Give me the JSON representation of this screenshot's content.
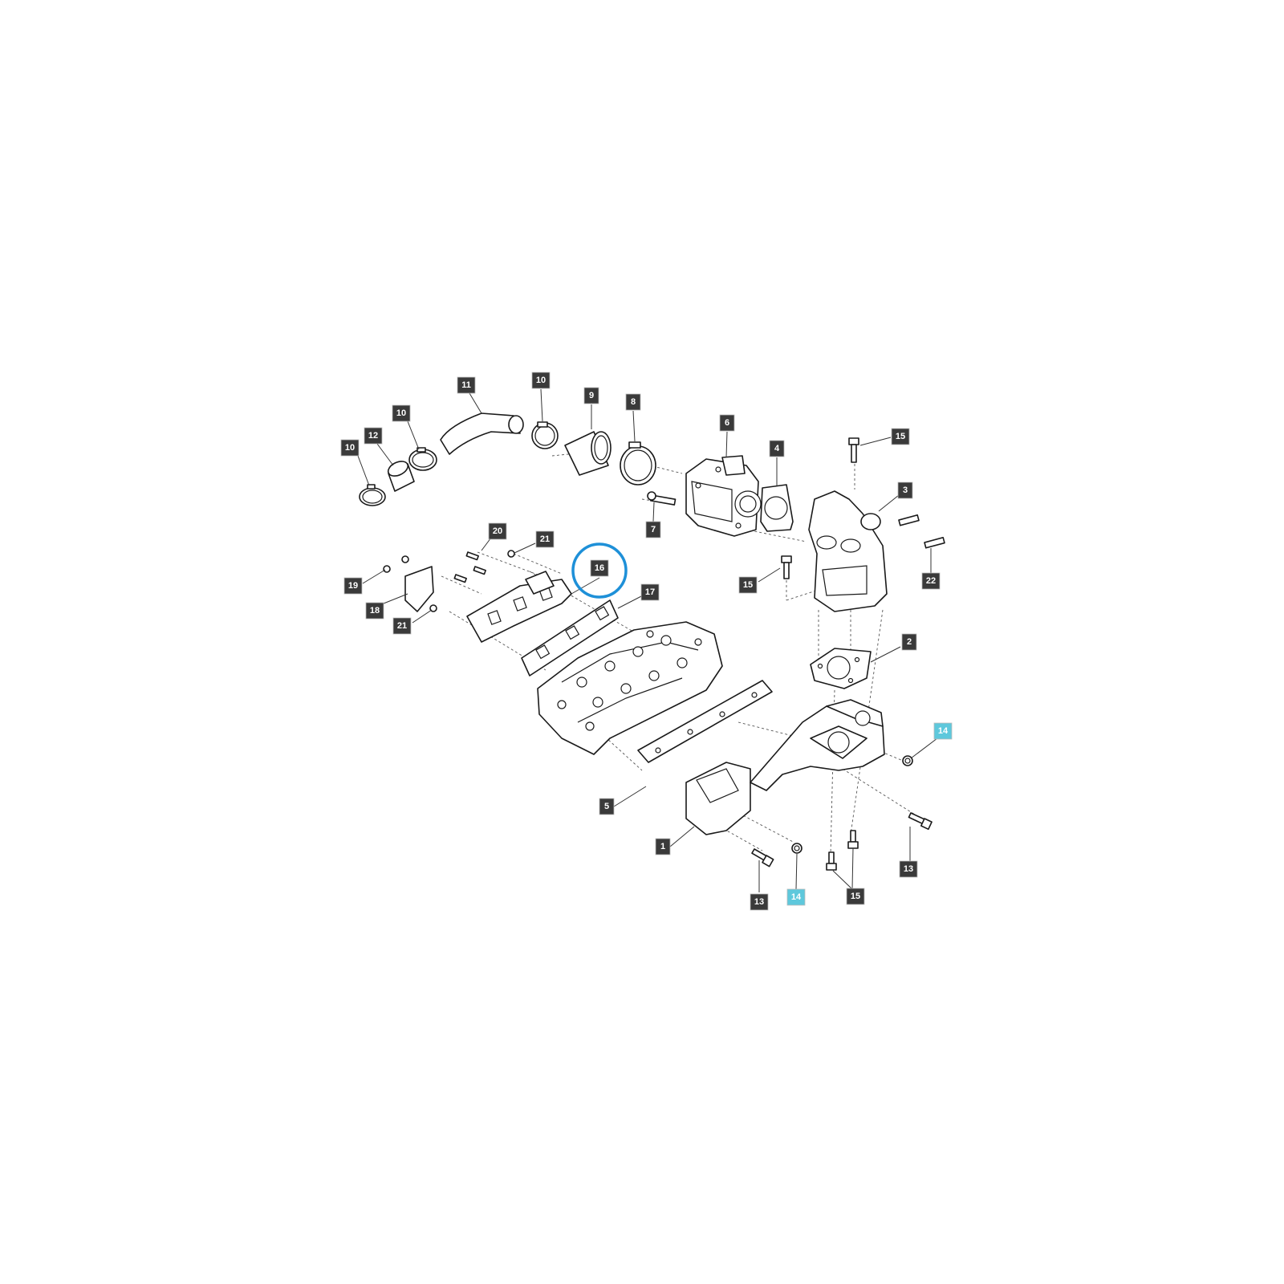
{
  "diagram": {
    "colors": {
      "callout_default": "#3a3a3a",
      "callout_highlight": "#5ec8dc",
      "highlight_ring": "#1e90d8",
      "line": "#1a1a1a"
    },
    "callouts": [
      {
        "id": "c-10-a",
        "label": "10",
        "style": "default"
      },
      {
        "id": "c-12",
        "label": "12",
        "style": "default"
      },
      {
        "id": "c-10-b",
        "label": "10",
        "style": "default"
      },
      {
        "id": "c-11",
        "label": "11",
        "style": "default"
      },
      {
        "id": "c-10-c",
        "label": "10",
        "style": "default"
      },
      {
        "id": "c-9",
        "label": "9",
        "style": "default"
      },
      {
        "id": "c-8",
        "label": "8",
        "style": "default"
      },
      {
        "id": "c-6",
        "label": "6",
        "style": "default"
      },
      {
        "id": "c-4",
        "label": "4",
        "style": "default"
      },
      {
        "id": "c-15-a",
        "label": "15",
        "style": "default"
      },
      {
        "id": "c-3",
        "label": "3",
        "style": "default"
      },
      {
        "id": "c-7",
        "label": "7",
        "style": "default"
      },
      {
        "id": "c-20",
        "label": "20",
        "style": "default"
      },
      {
        "id": "c-21-a",
        "label": "21",
        "style": "default"
      },
      {
        "id": "c-16",
        "label": "16",
        "style": "default"
      },
      {
        "id": "c-17",
        "label": "17",
        "style": "default"
      },
      {
        "id": "c-19",
        "label": "19",
        "style": "default"
      },
      {
        "id": "c-18",
        "label": "18",
        "style": "default"
      },
      {
        "id": "c-21-b",
        "label": "21",
        "style": "default"
      },
      {
        "id": "c-15-b",
        "label": "15",
        "style": "default"
      },
      {
        "id": "c-22",
        "label": "22",
        "style": "default"
      },
      {
        "id": "c-2",
        "label": "2",
        "style": "default"
      },
      {
        "id": "c-14-a",
        "label": "14",
        "style": "highlight"
      },
      {
        "id": "c-5",
        "label": "5",
        "style": "default"
      },
      {
        "id": "c-1",
        "label": "1",
        "style": "default"
      },
      {
        "id": "c-13-a",
        "label": "13",
        "style": "default"
      },
      {
        "id": "c-14-b",
        "label": "14",
        "style": "highlight"
      },
      {
        "id": "c-15-c",
        "label": "15",
        "style": "default"
      },
      {
        "id": "c-13-b",
        "label": "13",
        "style": "default"
      }
    ],
    "selected_callout": "16"
  }
}
